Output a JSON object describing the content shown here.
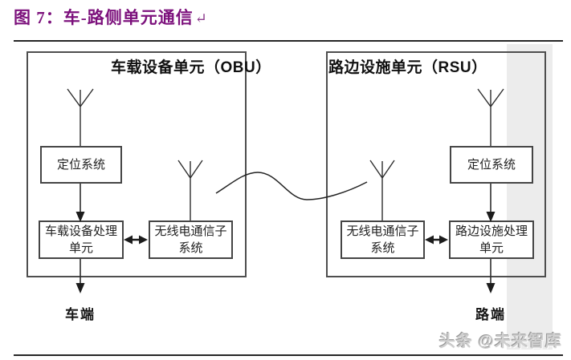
{
  "figure": {
    "label": "图 7：",
    "title": "车-路侧单元通信",
    "return_mark": "↵"
  },
  "obu": {
    "header": "车载设备单元（OBU）",
    "positioning_label": "定位系统",
    "processor_label": [
      "车载设备处理",
      "单元"
    ],
    "radio_label": [
      "无线电通信子",
      "系统"
    ],
    "terminal": "车端"
  },
  "rsu": {
    "header": "路边设施单元（RSU）",
    "positioning_label": "定位系统",
    "processor_label": [
      "路边设施处理",
      "单元"
    ],
    "radio_label": [
      "无线电通信子",
      "系统"
    ],
    "terminal": "路端"
  },
  "watermark": "头条 @未来智库",
  "colors": {
    "title_purple": "#7c117c",
    "line_dark": "#2e2e2e",
    "box_border": "#4e4e4e",
    "gray_band": "#ececec",
    "watermark_gray": "#cfcfcf"
  }
}
